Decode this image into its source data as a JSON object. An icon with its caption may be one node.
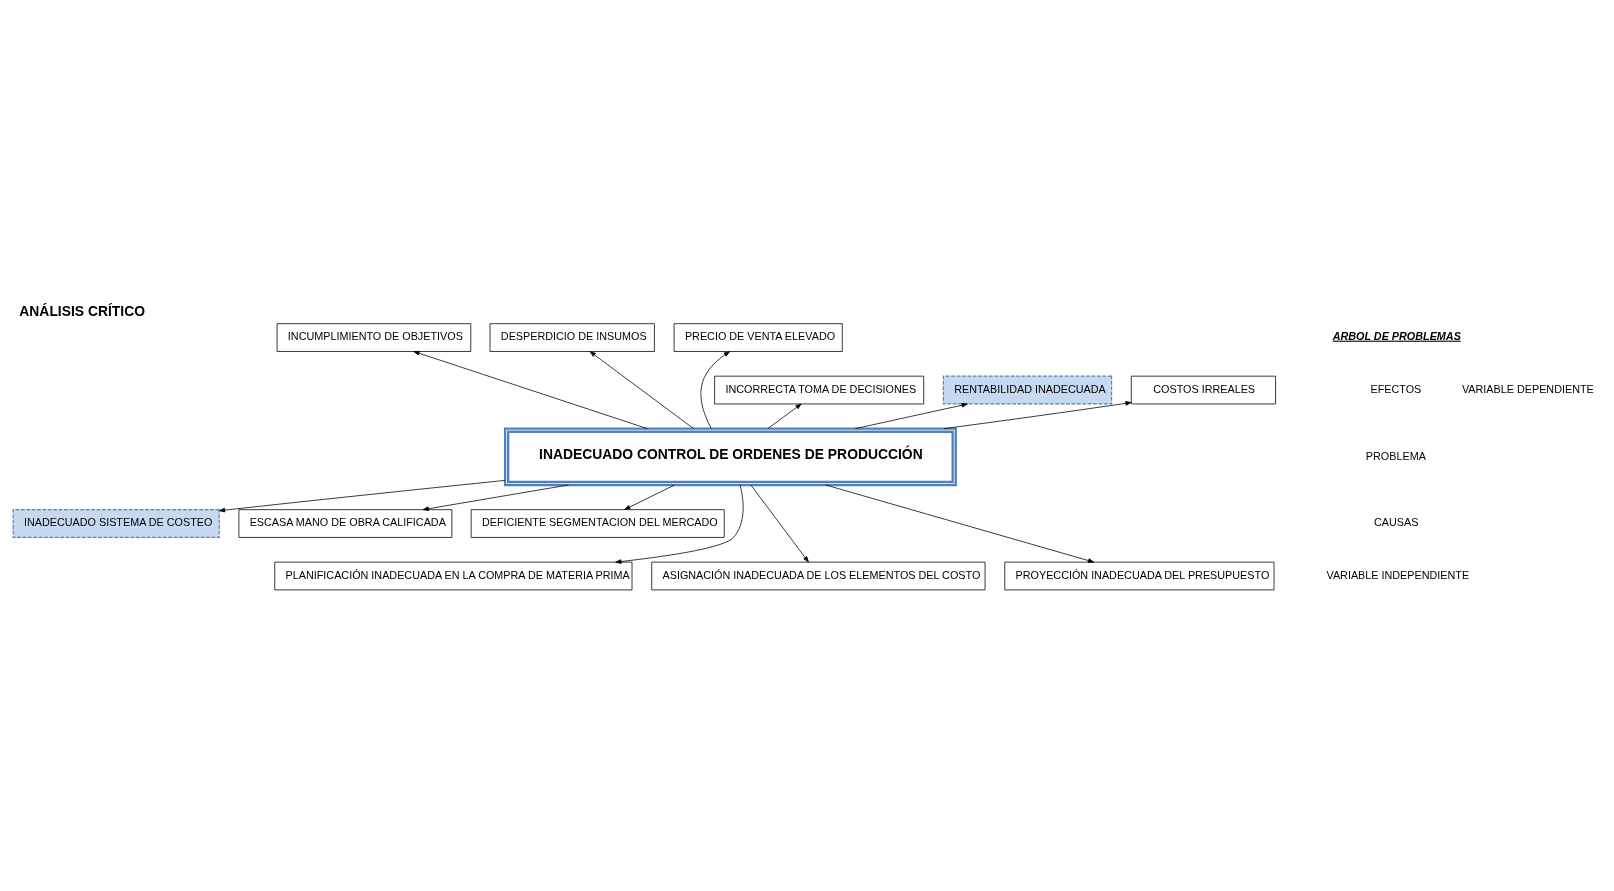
{
  "diagram": {
    "title": "ANÁLISIS CRÍTICO",
    "nodes": [
      {
        "text": [
          "INADECUADO CONTROL DE ORDENES DE PRODUCCIÓN"
        ]
      },
      {
        "text": [
          "INCUMPLIMIENTO DE OBJETIVOS"
        ]
      },
      {
        "text": [
          "DESPERDICIO DE INSUMOS"
        ]
      },
      {
        "text": [
          "PRECIO DE VENTA ELEVADO"
        ]
      },
      {
        "text": [
          "INCORRECTA TOMA DE DECISIONES"
        ]
      },
      {
        "text": [
          "RENTABILIDAD INADECUADA"
        ]
      },
      {
        "text": [
          "COSTOS IRREALES"
        ]
      },
      {
        "text": [
          "INADECUADO SISTEMA DE COSTEO"
        ]
      },
      {
        "text": [
          "ESCASA MANO DE OBRA CALIFICADA"
        ]
      },
      {
        "text": [
          "DEFICIENTE SEGMENTACION DEL MERCADO"
        ]
      },
      {
        "text": [
          "PLANIFICACIÓN INADECUADA EN LA COMPRA DE MATERIA PRIMA"
        ]
      },
      {
        "text": [
          "ASIGNACIÓN INADECUADA DE LOS ELEMENTOS DEL COSTO"
        ]
      },
      {
        "text": [
          "PROYECCIÓN INADECUADA DEL PRESUPUESTO"
        ]
      }
    ],
    "edges": [
      {
        "from": 0,
        "to": 4,
        "arrow": "to"
      },
      {
        "from": 0,
        "to": 1,
        "arrow": "to"
      },
      {
        "from": 0,
        "to": 2,
        "arrow": "to"
      },
      {
        "from": 0,
        "to": 5,
        "arrow": "to"
      },
      {
        "from": 0,
        "to": 3,
        "arrow": "to"
      },
      {
        "from": 0,
        "to": 6,
        "arrow": "to"
      },
      {
        "from": 0,
        "to": 7,
        "arrow": "to"
      },
      {
        "from": 0,
        "to": 10,
        "arrow": "to"
      },
      {
        "from": 0,
        "to": 11,
        "arrow": "to"
      },
      {
        "from": 0,
        "to": 8,
        "arrow": "to"
      },
      {
        "from": 0,
        "to": 12,
        "arrow": "to"
      },
      {
        "from": 0,
        "to": 9,
        "arrow": "to"
      }
    ],
    "labels": [
      "ARBOL DE PROBLEMAS",
      "VARIABLE DEPENDIENTE",
      "EFECTOS",
      "PROBLEMA",
      "CAUSAS",
      "VARIABLE INDEPENDIENTE"
    ]
  }
}
